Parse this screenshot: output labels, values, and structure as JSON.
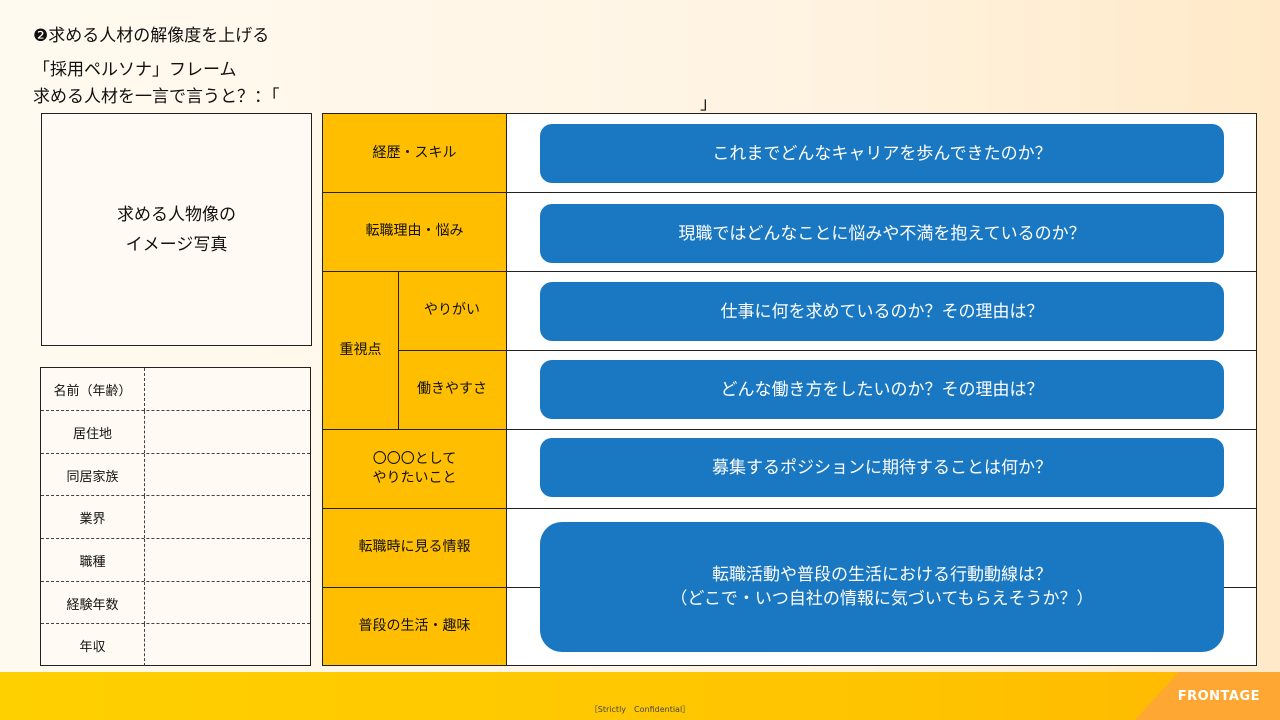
{
  "header": {
    "title": "❷求める人材の解像度を上げる",
    "frame": "「採用ペルソナ」フレーム",
    "one_line": "求める人材を一言で言うと？：「",
    "one_line_close": "」"
  },
  "photo": {
    "line1": "求める人物像の",
    "line2": "イメージ写真"
  },
  "profile": {
    "rows": [
      "名前（年齢）",
      "居住地",
      "同居家族",
      "業界",
      "職種",
      "経験年数",
      "年収"
    ]
  },
  "grid": {
    "career": {
      "label": "経歴・スキル",
      "question": "これまでどんなキャリアを歩んできたのか？"
    },
    "reason": {
      "label": "転職理由・悩み",
      "question": "現職ではどんなことに悩みや不満を抱えているのか？"
    },
    "priority": {
      "label": "重視点",
      "sub1": {
        "label": "やりがい",
        "question": "仕事に何を求めているのか？その理由は？"
      },
      "sub2": {
        "label": "働きやすさ",
        "question": "どんな働き方をしたいのか？その理由は？"
      }
    },
    "role": {
      "label1": "〇〇〇として",
      "label2": "やりたいこと",
      "question": "募集するポジションに期待することは何か？"
    },
    "info": {
      "label": "転職時に見る情報"
    },
    "life": {
      "label": "普段の生活・趣味"
    },
    "combined": {
      "line1": "転職活動や普段の生活における行動動線は？",
      "line2": "（どこで・いつ自社の情報に気づいてもらえそうか？）"
    }
  },
  "footer": {
    "note": "［Strictly　Confidential］",
    "brand": "FRONTAGE"
  },
  "colors": {
    "category": "#ffbf00",
    "question_pill": "#1a78c2",
    "footer": "#ffc400",
    "brand_block": "#ffa733"
  }
}
